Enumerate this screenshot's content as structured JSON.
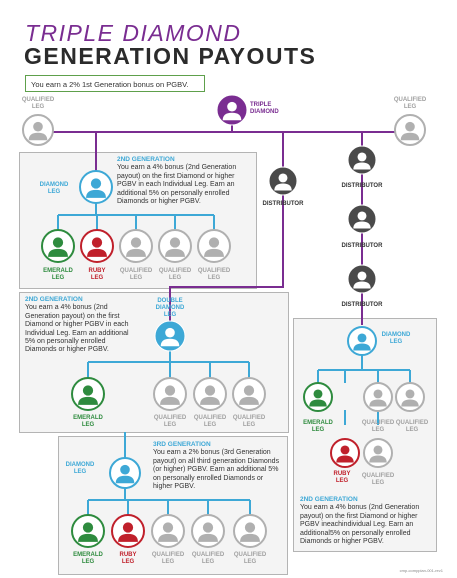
{
  "title": {
    "line1": "TRIPLE DIAMOND",
    "line2": "GENERATION PAYOUTS"
  },
  "first_gen": "You earn a 2% 1st Generation bonus on PGBV.",
  "top": {
    "triple_diamond": "TRIPLE DIAMOND",
    "qualified_leg_left": "QUALIFIED LEG",
    "qualified_leg_right": "QUALIFIED LEG"
  },
  "box1": {
    "heading": "2ND GENERATION",
    "text": "You earn a 4% bonus (2nd Generation payout) on the first Diamond or higher PGBV in each Individual Leg. Earn an additional 5% on personally enrolled Diamonds or higher PGBV.",
    "diamond_leg": "DIAMOND LEG",
    "legs": [
      "EMERALD LEG",
      "RUBY LEG",
      "QUALIFIED LEG",
      "QUALIFIED LEG",
      "QUALIFIED LEG"
    ]
  },
  "distributor": "DISTRIBUTOR",
  "box2": {
    "heading": "2ND GENERATION",
    "text": "You earn a 4% bonus (2nd Generation payout) on the first Diamond or higher PGBV in each Individual Leg. Earn an additional 5% on personally enrolled Diamonds or higher PGBV.",
    "double_diamond_leg": "DOUBLE DIAMOND LEG",
    "legs": [
      "EMERALD LEG",
      "QUALIFIED LEG",
      "QUALIFIED LEG",
      "QUALIFIED LEG"
    ]
  },
  "box3": {
    "heading": "3RD GENERATION",
    "text": "You earn a 2% bonus (3rd Generation payout) on all third generation Diamonds (or higher) PGBV. Earn an additional 5% on personally enrolled Diamonds or higher PGBV.",
    "diamond_leg": "DIAMOND LEG",
    "legs": [
      "EMERALD LEG",
      "RUBY LEG",
      "QUALIFIED LEG",
      "QUALIFIED LEG",
      "QUALIFIED LEG"
    ]
  },
  "box4": {
    "diamond_leg": "DIAMOND LEG",
    "emerald_leg": "EMERALD LEG",
    "ruby_leg": "RUBY LEG",
    "qualified_legs": [
      "QUALIFIED LEG",
      "QUALIFIED LEG",
      "QUALIFIED LEG"
    ],
    "heading": "2ND GENERATION",
    "text": "You earn a 4% bonus (2nd Generation payout) on the first Diamond or higher PGBV ineachindividual Leg. Earn an additional5% on personally enrolled Diamonds or higher PGBV."
  },
  "footer": "cmp-comppian-001-rev1",
  "colors": {
    "purple": "#7a2d91",
    "blue": "#3da8d6",
    "green": "#2e8b3e",
    "red": "#c0202b",
    "gray": "#b0b0b0",
    "dark": "#4a4a4a"
  }
}
